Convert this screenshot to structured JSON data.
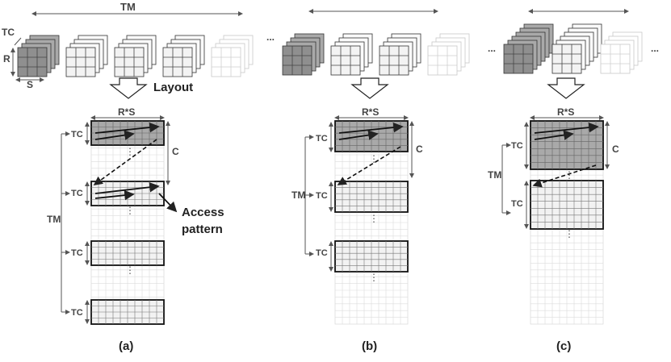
{
  "labels": {
    "tm": "TM",
    "tc": "TC",
    "r": "R",
    "s": "S",
    "layout": "Layout",
    "rs": "R*S",
    "c": "C",
    "access": "Access",
    "pattern": "pattern",
    "dots": "...",
    "vdots": "⋮"
  },
  "panels": [
    {
      "id": "a",
      "caption": "(a)"
    },
    {
      "id": "b",
      "caption": "(b)"
    },
    {
      "id": "c",
      "caption": "(c)"
    }
  ],
  "colors": {
    "filled": "#a9a9a9",
    "filled_dark": "#8f8f8f",
    "light": "#f2f2f2",
    "grid_line": "#bdbdbd",
    "stroke": "#222222",
    "label": "#444444"
  }
}
